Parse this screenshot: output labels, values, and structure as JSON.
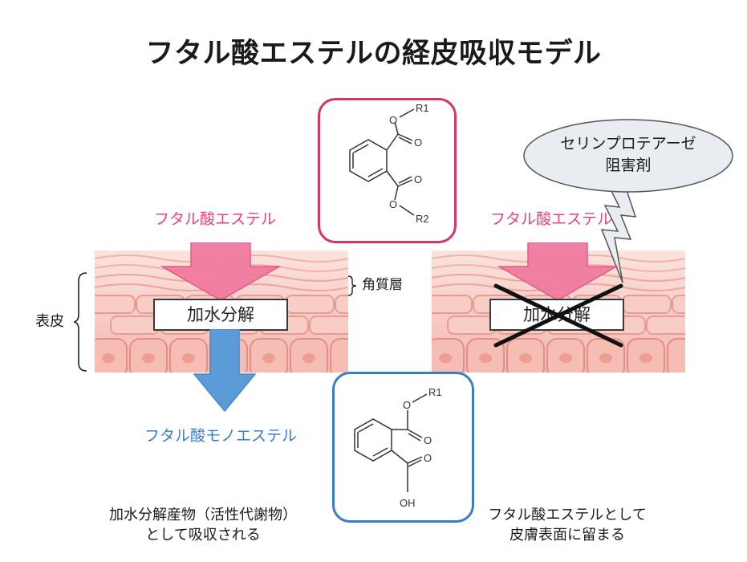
{
  "title": "フタル酸エステルの経皮吸収モデル",
  "labels": {
    "left_input": "フタル酸エステル",
    "right_input": "フタル酸エステル",
    "stratum_corneum": "角質層",
    "epidermis": "表皮",
    "hydrolysis_left": "加水分解",
    "hydrolysis_right": "加水分解",
    "product": "フタル酸モノエステル",
    "left_caption_line1": "加水分解産物（活性代謝物）",
    "left_caption_line2": "として吸収される",
    "right_caption_line1": "フタル酸エステルとして",
    "right_caption_line2": "皮膚表面に留まる",
    "bubble_line1": "セリンプロテアーゼ",
    "bubble_line2": "阻害剤"
  },
  "molecules": {
    "diester": {
      "r1": "R1",
      "r2": "R2",
      "o": "O"
    },
    "monoester": {
      "r1": "R1",
      "oh": "OH",
      "o": "O"
    }
  },
  "colors": {
    "pink_arrow": "#f07ba0",
    "blue_arrow": "#5b9bd8",
    "pink_frame": "#d6336c",
    "blue_frame": "#3b7dc4",
    "skin": "#f7c9c2",
    "cell_border": "#eba79f"
  }
}
